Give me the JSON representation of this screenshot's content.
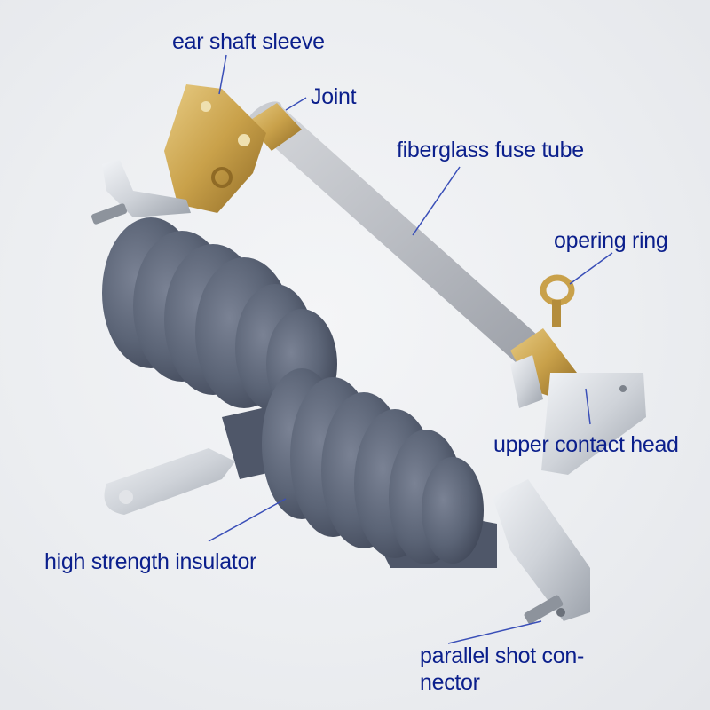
{
  "labels": {
    "ear_shaft_sleeve": "ear shaft sleeve",
    "joint": "Joint",
    "fiberglass_fuse_tube": "fiberglass fuse tube",
    "opering_ring": "opering ring",
    "upper_contact_head": "upper contact head",
    "high_strength_insulator": "high strength insulator",
    "parallel_shot_connector_line1": "parallel shot con-",
    "parallel_shot_connector_line2": "nector"
  },
  "colors": {
    "label_text": "#0b1f8c",
    "insulator": "#5b6476",
    "fuse_tube": "#b9bcc2",
    "brass": "#c9a14a",
    "steel": "#cfd3d9"
  }
}
